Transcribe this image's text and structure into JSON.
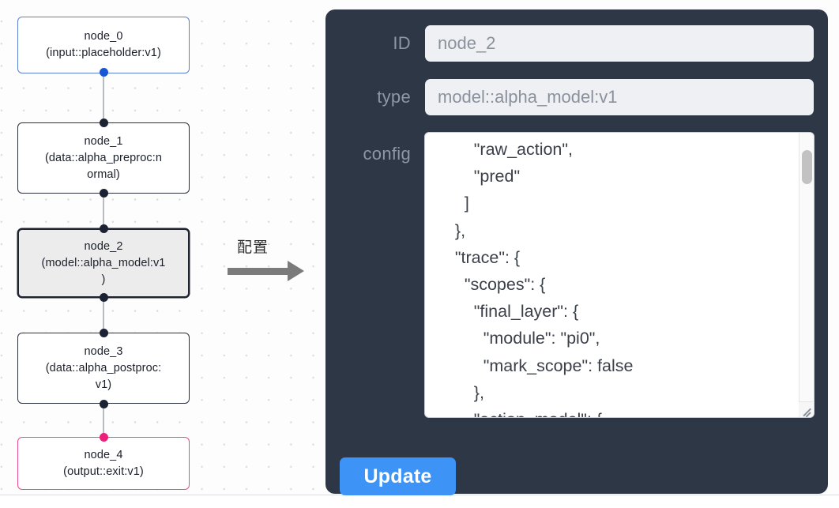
{
  "colors": {
    "panel_bg": "#2e3746",
    "input_bg": "#eef0f4",
    "label_gray": "#8f96a4",
    "accent_blue": "#3d94f6",
    "node_border": "#2b2f3a",
    "input_node_border": "#5b7fd4",
    "output_node_border": "#e64b91",
    "selected_node_bg": "#ececec",
    "edge_gray": "#b7bcc4",
    "handle_dark": "#1b2233",
    "handle_blue": "#1757d6",
    "handle_pink": "#ee1f7a",
    "canvas_bg": "#fdfdfd",
    "grid_dot": "#d9dce1"
  },
  "flow": {
    "nodes": [
      {
        "id": "node_0",
        "title": "node_0",
        "subtitle": "(input::placeholder:v1)",
        "subtitle_lines": [
          "(input::placeholder:v1)"
        ],
        "kind": "input",
        "selected": false
      },
      {
        "id": "node_1",
        "title": "node_1",
        "subtitle": "(data::alpha_preproc:normal)",
        "subtitle_lines": [
          "(data::alpha_preproc:n",
          "ormal)"
        ],
        "kind": "default",
        "selected": false
      },
      {
        "id": "node_2",
        "title": "node_2",
        "subtitle": "(model::alpha_model:v1)",
        "subtitle_lines": [
          "(model::alpha_model:v1",
          ")"
        ],
        "kind": "model",
        "selected": true
      },
      {
        "id": "node_3",
        "title": "node_3",
        "subtitle": "(data::alpha_postproc:v1)",
        "subtitle_lines": [
          "(data::alpha_postproc:",
          "v1)"
        ],
        "kind": "default",
        "selected": false
      },
      {
        "id": "node_4",
        "title": "node_4",
        "subtitle": "(output::exit:v1)",
        "subtitle_lines": [
          "(output::exit:v1)"
        ],
        "kind": "output",
        "selected": false
      }
    ]
  },
  "transition": {
    "label": "配置",
    "arrow": "arrow-right"
  },
  "config_panel": {
    "fields": [
      {
        "label": "ID",
        "value": "node_2"
      },
      {
        "label": "type",
        "value": "model::alpha_model:v1"
      }
    ],
    "id_label": "ID",
    "id_value": "node_2",
    "type_label": "type",
    "type_value": "model::alpha_model:v1",
    "config_label": "config",
    "config_value": "        \"raw_action\",\n        \"pred\"\n      ]\n    },\n    \"trace\": {\n      \"scopes\": {\n        \"final_layer\": {\n          \"module\": \"pi0\",\n          \"mark_scope\": false\n        },\n        \"action_model\": {",
    "config_lines": [
      "        \"raw_action\",",
      "        \"pred\"",
      "      ]",
      "    },",
      "    \"trace\": {",
      "      \"scopes\": {",
      "        \"final_layer\": {",
      "          \"module\": \"pi0\",",
      "          \"mark_scope\": false",
      "        },",
      "        \"action_model\": {"
    ],
    "update_label": "Update"
  }
}
